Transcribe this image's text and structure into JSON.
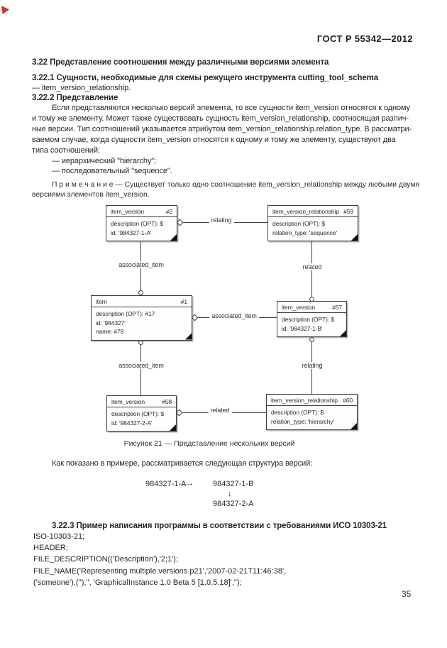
{
  "page": {
    "header": "ГОСТ Р 55342—2012",
    "page_number": "35",
    "corner_mark_color": "#d63327"
  },
  "sections": {
    "s322_title": "3.22 Представление соотношения между различными версиями элемента",
    "s3221_title": "3.22.1 Сущности, необходимые для схемы режущего инструмента cutting_tool_schema",
    "s3221_item": "— item_version_relationship.",
    "s3222_title": "3.22.2 Представление",
    "para_lines": [
      "Если представляются несколько версий элемента, то все сущности item_version относятся к одному",
      "и тому же элементу. Может также существовать сущность item_version_relationship, соотносящая различ-",
      "ные версии. Тип соотношений указывается атрибутом item_version_relationship.relation_type. В рассматри-",
      "ваемом случае, когда сущности item_version относятся к одному и тому же элементу, существуют два",
      "типа соотношений:"
    ],
    "bullets": [
      "— иерархический \"hierarchy\";",
      "— последовательный \"sequence\"."
    ],
    "note_lines": [
      "П р и м е ч а н и е — Существует только одно соотношение item_version_relationship между любыми двумя",
      "версиями элементов  item_version."
    ]
  },
  "figure": {
    "caption": "Рисунок 21 — Представление нескольких версий",
    "boxes": [
      {
        "title": "item_version",
        "num": "#2",
        "lines": [
          "description (OPT): $",
          "id: '984327-1-A'"
        ]
      },
      {
        "title": "item_version_relationship",
        "num": "#59",
        "lines": [
          "description (OPT): $",
          "relation_type: 'sequence'"
        ]
      },
      {
        "title": "item",
        "num": "#1",
        "lines": [
          "description (OPT): #17",
          "id: '984327'",
          "name: #78"
        ]
      },
      {
        "title": "item_version",
        "num": "#57",
        "lines": [
          "description (OPT): $",
          "id: '984327-1-B'"
        ]
      },
      {
        "title": "item_version",
        "num": "#58",
        "lines": [
          "description (OPT): $",
          "id: '984327-2-A'"
        ]
      },
      {
        "title": "item_version_relationship",
        "num": "#60",
        "lines": [
          "description (OPT): $",
          "relation_type: 'hierarchy'"
        ]
      }
    ],
    "edge_labels": {
      "relating_top": "relating",
      "associated_top": "associated_item",
      "related_right": "related",
      "associated_mid": "associated_item",
      "associated_bottom": "associated_item",
      "relating_bottom": "relating",
      "related_bottom": "related"
    }
  },
  "example": {
    "intro": "Как показано в примере, рассматривается следующая структура версий:",
    "v1a": "984327-1-A",
    "arrow_right": "→",
    "v1b": "984327-1-B",
    "arrow_down": "↓",
    "v2a": "984327-2-A"
  },
  "s3223": {
    "title": "3.22.3 Пример написания программы в соответствии с требованиями  ИСО 10303-21",
    "code_lines": [
      "ISO-10303-21;",
      "HEADER;",
      "FILE_DESCRIPTION(('Description'),'2;1');",
      "FILE_NAME('Representing multiple versions.p21','2007-02-21T11:46:38',",
      "('someone'),(''),'', 'GraphicalInstance 1.0 Beta 5 [1.0.5.18]','');"
    ]
  }
}
